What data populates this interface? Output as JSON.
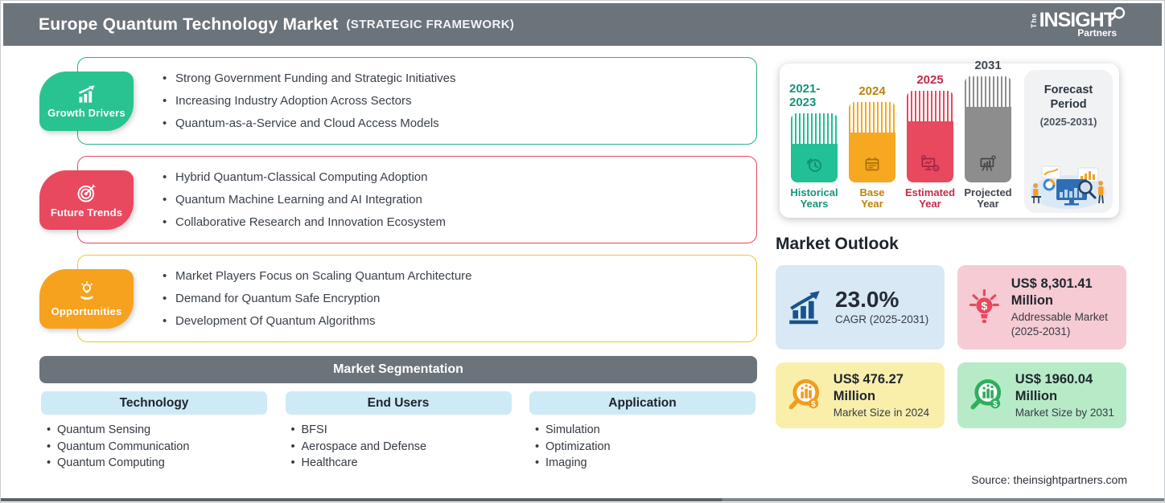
{
  "header": {
    "title": "Europe Quantum Technology Market",
    "subtitle": "(STRATEGIC FRAMEWORK)",
    "logo": {
      "the": "The",
      "insight": "INSIGHT",
      "partners": "Partners"
    }
  },
  "sections": [
    {
      "label": "Growth Drivers",
      "icon": "growth-chart-icon",
      "color": "#29c391",
      "bullets": [
        "Strong Government Funding and Strategic Initiatives",
        "Increasing Industry Adoption Across Sectors",
        "Quantum-as-a-Service and Cloud Access Models"
      ]
    },
    {
      "label": "Future Trends",
      "icon": "target-dart-icon",
      "color": "#e8495f",
      "bullets": [
        "Hybrid Quantum-Classical Computing Adoption",
        "Quantum Machine Learning and AI Integration",
        "Collaborative Research and Innovation Ecosystem"
      ]
    },
    {
      "label": "Opportunities",
      "icon": "bulb-hand-icon",
      "color": "#f6a21e",
      "bullets": [
        "Market Players Focus on Scaling Quantum Architecture",
        "Demand for Quantum Safe Encryption",
        "Development Of Quantum Algorithms"
      ]
    }
  ],
  "segmentation": {
    "title": "Market Segmentation",
    "columns": [
      {
        "header": "Technology",
        "items": [
          "Quantum Sensing",
          "Quantum Communication",
          "Quantum Computing"
        ]
      },
      {
        "header": "End Users",
        "items": [
          "BFSI",
          "Aerospace and Defense",
          "Healthcare"
        ]
      },
      {
        "header": "Application",
        "items": [
          "Simulation",
          "Optimization",
          "Imaging"
        ]
      }
    ]
  },
  "timeline": {
    "bars": [
      {
        "year": "2021-2023",
        "label_line1": "Historical",
        "label_line2": "Years",
        "color": "#22c095",
        "icon": "history-clock-icon"
      },
      {
        "year": "2024",
        "label_line1": "Base",
        "label_line2": "Year",
        "color": "#f6a821",
        "icon": "calendar-icon"
      },
      {
        "year": "2025",
        "label_line1": "Estimated",
        "label_line2": "Year",
        "color": "#e8495f",
        "icon": "computer-gear-icon"
      },
      {
        "year": "2031",
        "label_line1": "Projected",
        "label_line2": "Year",
        "color": "#8d8d8d",
        "icon": "presentation-chart-icon"
      }
    ],
    "forecast": {
      "line1": "Forecast",
      "line2": "Period",
      "range": "(2025-2031)"
    }
  },
  "outlook": {
    "title": "Market Outlook",
    "cards": [
      {
        "value": "23.0%",
        "desc": "CAGR (2025-2031)",
        "bg": "#d8e8f4",
        "icon": "growth-bars-arrow-icon"
      },
      {
        "value": "US$ 8,301.41 Million",
        "desc": "Addressable Market (2025-2031)",
        "bg": "#f7cbd3",
        "icon": "dollar-bulb-icon"
      },
      {
        "value": "US$ 476.27 Million",
        "desc": "Market Size in 2024",
        "bg": "#f9efab",
        "icon": "magnifier-chart-icon"
      },
      {
        "value": "US$ 1960.04 Million",
        "desc": "Market Size by 2031",
        "bg": "#b7ebc8",
        "icon": "magnifier-chart-icon"
      }
    ]
  },
  "source": "Source: theinsightpartners.com"
}
